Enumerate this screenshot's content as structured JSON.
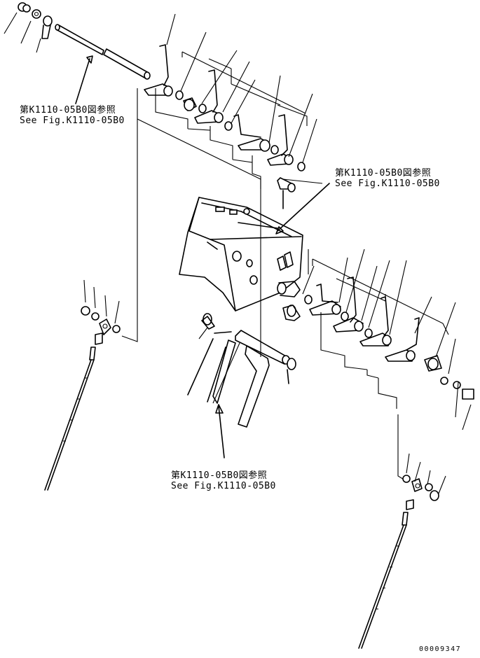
{
  "references": [
    {
      "jp": "第K1110-05B0図参照",
      "en": "See Fig.K1110-05B0"
    },
    {
      "jp": "第K1110-05B0図参照",
      "en": "See Fig.K1110-05B0"
    },
    {
      "jp": "第K1110-05B0図参照",
      "en": "See Fig.K1110-05B0"
    }
  ],
  "document_number": "00009347"
}
